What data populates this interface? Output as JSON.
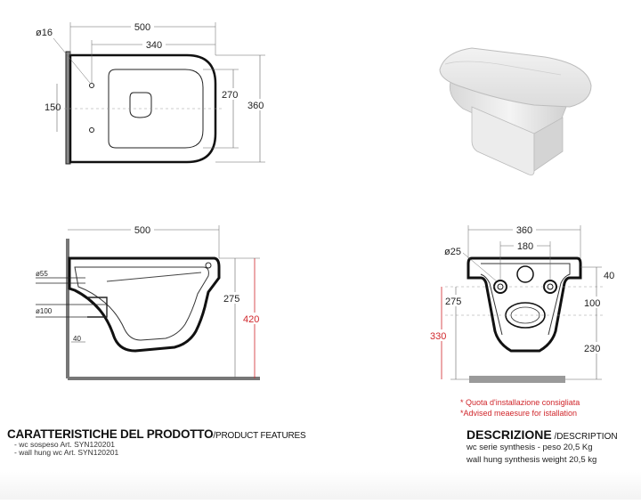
{
  "dimensions": {
    "top_width": "500",
    "top_hole_spacing": "340",
    "top_hole_dia": "ø16",
    "top_side": "150",
    "top_inner_depth": "270",
    "top_depth": "360",
    "side_width": "500",
    "side_pipe_upper": "ø55",
    "side_pipe_lower": "ø100",
    "side_offset": "40",
    "side_height": "275",
    "side_height_total": "420",
    "front_width": "360",
    "front_hole_spacing": "180",
    "front_hole_dia": "ø25",
    "front_top": "40",
    "front_mid": "100",
    "front_lower": "230",
    "front_height": "275",
    "front_install": "330"
  },
  "notes": {
    "install_it": "* Quota d'installazione consigliata",
    "install_en": "*Advised meaesure for istallation"
  },
  "features": {
    "title": "CARATTERISTICHE DEL PRODOTTO",
    "title_sub": "/PRODUCT FEATURES",
    "line1": "-  wc sospeso Art. SYN120201",
    "line2": "-  wall hung wc Art. SYN120201"
  },
  "description": {
    "title": "DESCRIZIONE",
    "title_sub": " /DESCRIPTION",
    "line1": "wc serie synthesis - peso 20,5 Kg",
    "line2": "wall hung synthesis weight 20,5 kg"
  },
  "colors": {
    "accent_red": "#d0262b",
    "line": "#111111"
  }
}
